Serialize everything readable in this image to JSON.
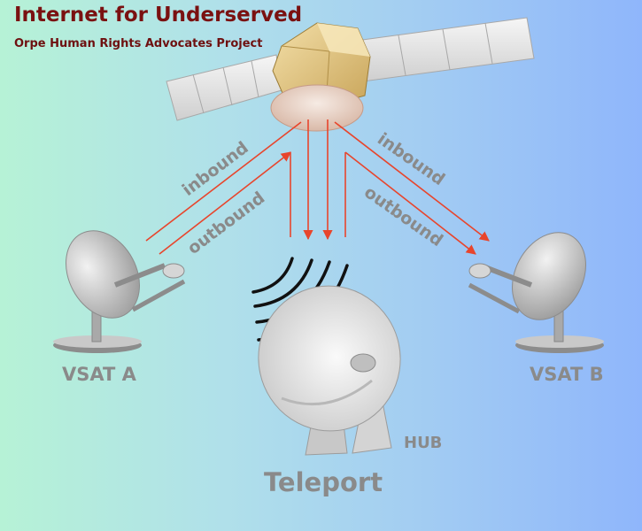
{
  "header": {
    "title": "Internet for Underserved",
    "subtitle": "Orpe Human Rights Advocates Project"
  },
  "labels": {
    "inbound_left": "inbound",
    "outbound_left": "outbound",
    "inbound_right": "inbound",
    "outbound_right": "outbound",
    "vsat_a": "VSAT A",
    "vsat_b": "VSAT B",
    "hub": "HUB",
    "teleport": "Teleport"
  },
  "colors": {
    "arrow": "#e8452c",
    "label_gray": "#8a8a8a",
    "title": "#7a1111"
  }
}
